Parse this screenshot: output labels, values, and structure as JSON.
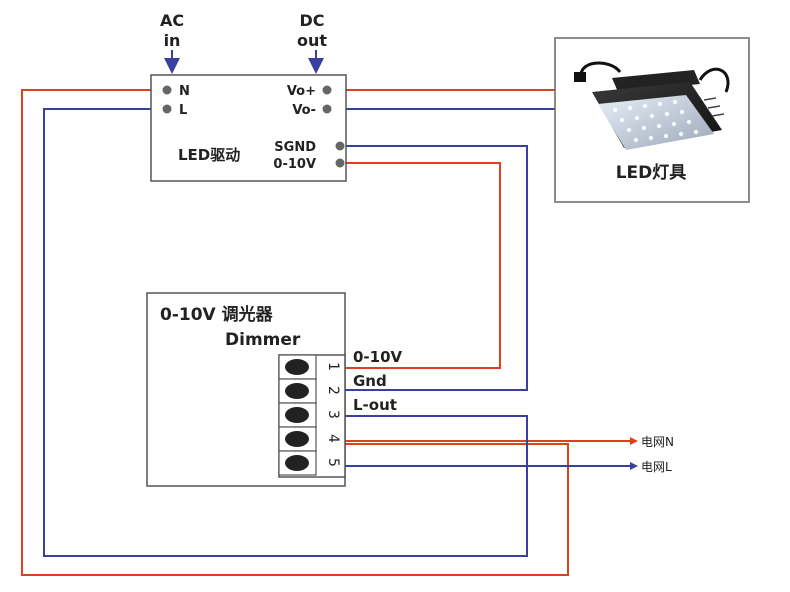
{
  "top_labels": {
    "ac": "AC",
    "ac_sub": "in",
    "dc": "DC",
    "dc_sub": "out"
  },
  "driver": {
    "title": "LED驱动",
    "pins": {
      "n": "N",
      "l": "L",
      "vo_plus": "Vo+",
      "vo_minus": "Vo-",
      "sgnd": "SGND",
      "v010": "0-10V"
    }
  },
  "fixture": {
    "title": "LED灯具"
  },
  "dimmer": {
    "title": "0-10V 调光器",
    "subtitle": "Dimmer",
    "terminals": [
      "1",
      "2",
      "3",
      "4",
      "5"
    ],
    "terminal_labels": [
      "0-10V",
      "Gnd",
      "L-out"
    ]
  },
  "mains": {
    "n": "电网N",
    "l": "电网L"
  },
  "colors": {
    "wire_red": "#e0401c",
    "wire_blue": "#3b3fa0",
    "box_border": "#555555",
    "arrow": "#3b3fa0",
    "pin_dot": "#666666"
  }
}
